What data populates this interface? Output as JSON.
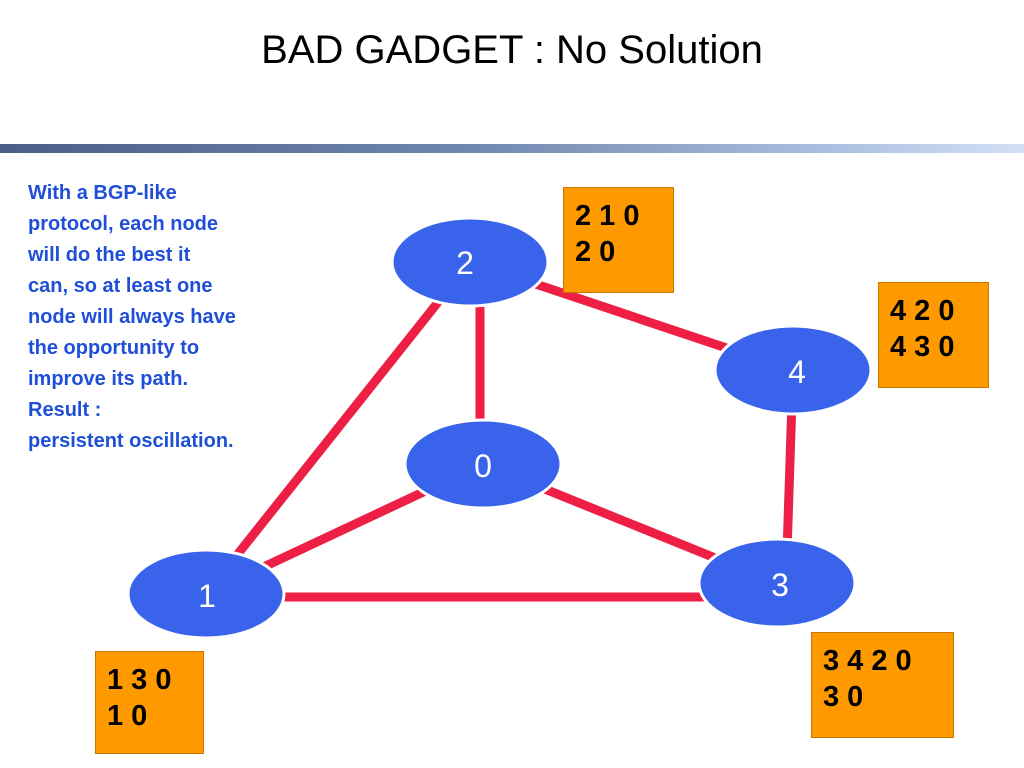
{
  "slide": {
    "title": "BAD GADGET : No Solution",
    "note_lines": [
      "With a BGP-like",
      "protocol, each node",
      "will do the best it",
      "can, so at least one",
      "node will always have",
      "the opportunity to",
      "improve its path.",
      "Result :",
      "persistent oscillation."
    ]
  },
  "diagram": {
    "nodes": [
      {
        "id": "0",
        "label": "0"
      },
      {
        "id": "1",
        "label": "1"
      },
      {
        "id": "2",
        "label": "2"
      },
      {
        "id": "3",
        "label": "3"
      },
      {
        "id": "4",
        "label": "4"
      }
    ],
    "edges": [
      {
        "from": "2",
        "to": "0"
      },
      {
        "from": "2",
        "to": "1"
      },
      {
        "from": "2",
        "to": "4"
      },
      {
        "from": "0",
        "to": "1"
      },
      {
        "from": "0",
        "to": "3"
      },
      {
        "from": "1",
        "to": "3"
      },
      {
        "from": "4",
        "to": "3"
      }
    ],
    "path_preferences": [
      {
        "node": "2",
        "paths": [
          "2 1 0",
          "2 0"
        ]
      },
      {
        "node": "4",
        "paths": [
          "4 2 0",
          "4 3 0"
        ]
      },
      {
        "node": "1",
        "paths": [
          "1 3 0",
          "1 0"
        ]
      },
      {
        "node": "3",
        "paths": [
          "3 4 2 0",
          "3 0"
        ]
      }
    ]
  },
  "colors": {
    "node_fill": "#3a63ec",
    "node_stroke": "#ffffff",
    "edge": "#ee1f44",
    "box_fill": "#ff9900",
    "note_text": "#1f4fd8",
    "title_text": "#000000"
  }
}
